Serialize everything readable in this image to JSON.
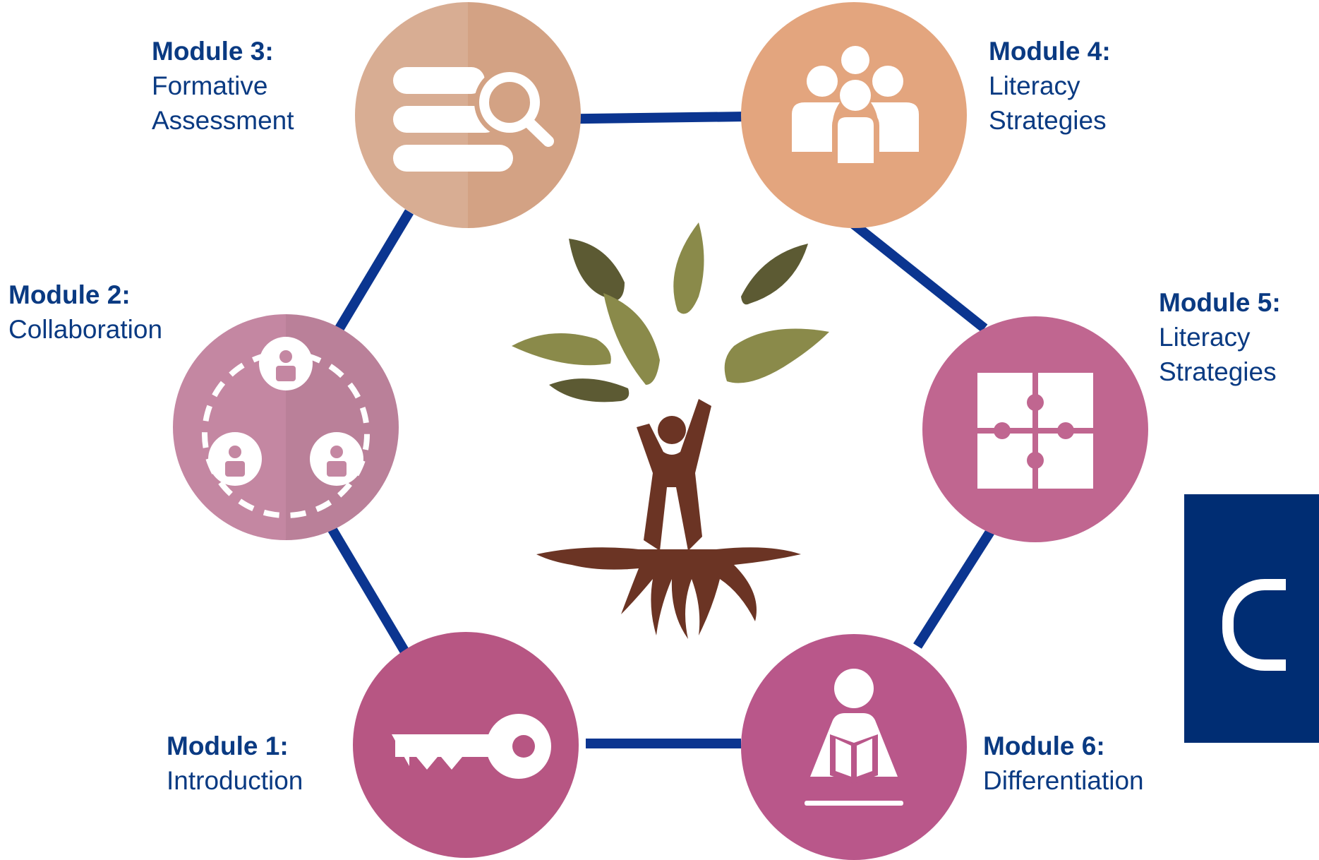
{
  "colors": {
    "connector": "#0b3590",
    "label_text": "#0a3a82",
    "module1": "#b75683",
    "module2": "#c487a2",
    "module3": "#d3a284",
    "module4": "#e3a57e",
    "module5": "#c06690",
    "module6": "#b9578a",
    "panel": "#002d73",
    "leaf_dark": "#5c5a33",
    "leaf_light": "#8a8a4a",
    "trunk": "#6b3424"
  },
  "modules": [
    {
      "id": "module1",
      "title": "Module 1:",
      "lines": [
        "Introduction"
      ],
      "icon": "key-icon"
    },
    {
      "id": "module2",
      "title": "Module 2:",
      "lines": [
        "Collaboration"
      ],
      "icon": "people-circle-icon"
    },
    {
      "id": "module3",
      "title": "Module 3:",
      "lines": [
        "Formative",
        "Assessment"
      ],
      "icon": "database-search-icon"
    },
    {
      "id": "module4",
      "title": "Module 4:",
      "lines": [
        "Literacy",
        "Strategies"
      ],
      "icon": "group-icon"
    },
    {
      "id": "module5",
      "title": "Module 5:",
      "lines": [
        "Literacy",
        "Strategies"
      ],
      "icon": "puzzle-icon"
    },
    {
      "id": "module6",
      "title": "Module 6:",
      "lines": [
        "Differentiation"
      ],
      "icon": "reader-icon"
    }
  ],
  "center": {
    "icon": "tree-person-icon"
  }
}
